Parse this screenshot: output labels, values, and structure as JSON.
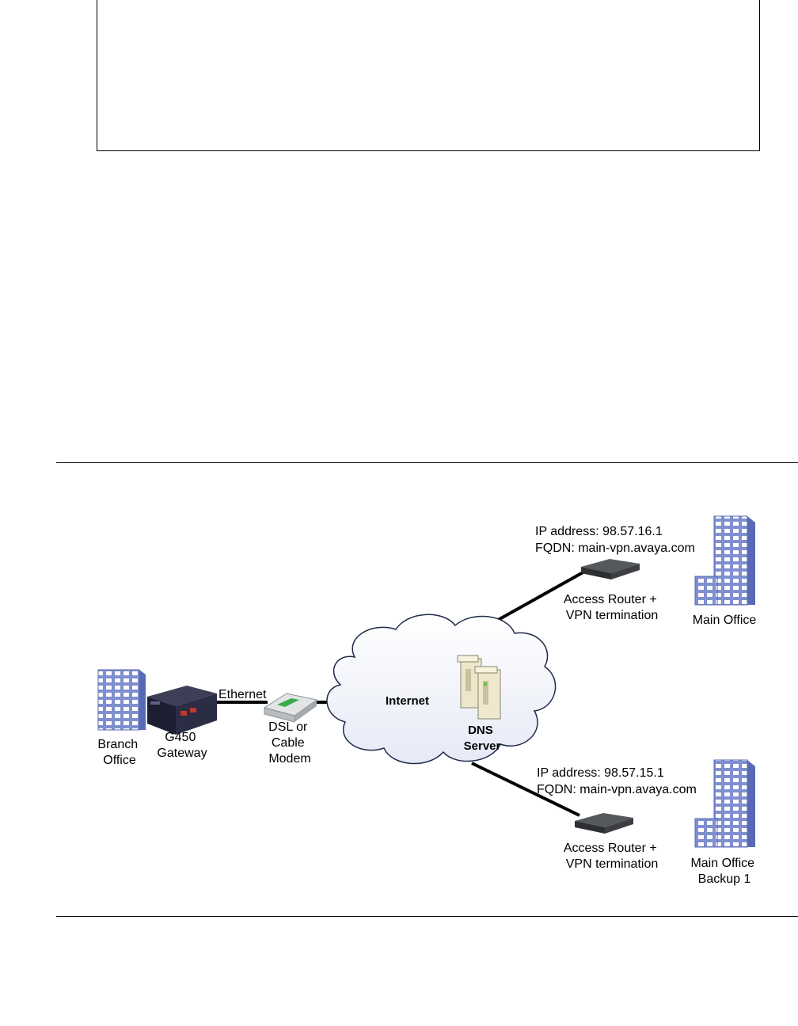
{
  "diagram": {
    "branch_office": [
      "Branch",
      "Office"
    ],
    "gateway": [
      "G450",
      "Gateway"
    ],
    "ethernet": "Ethernet",
    "modem": [
      "DSL or",
      "Cable",
      "Modem"
    ],
    "internet": "Internet",
    "dns": [
      "DNS",
      "Server"
    ],
    "main": {
      "ip": "IP address: 98.57.16.1",
      "fqdn": "FQDN: main-vpn.avaya.com",
      "router": [
        "Access Router +",
        "VPN termination"
      ],
      "office": [
        "Main Office"
      ]
    },
    "backup": {
      "ip": "IP address: 98.57.15.1",
      "fqdn": "FQDN: main-vpn.avaya.com",
      "router": [
        "Access Router +",
        "VPN termination"
      ],
      "office": [
        "Main Office",
        "Backup 1"
      ]
    }
  }
}
